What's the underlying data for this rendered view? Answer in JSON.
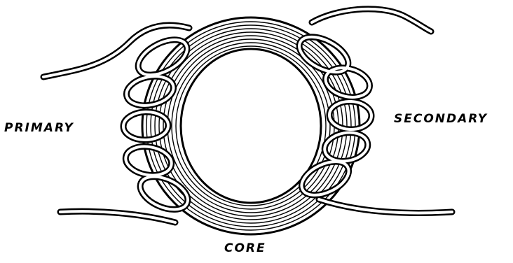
{
  "labels": {
    "primary": "PRIMARY",
    "secondary": "SECONDARY",
    "core": "CORE"
  },
  "colors": {
    "ink": "#000000",
    "paper": "#ffffff"
  },
  "icons": {
    "core": "toroid-core-icon",
    "primary_winding": "coil-icon",
    "secondary_winding": "coil-icon"
  }
}
